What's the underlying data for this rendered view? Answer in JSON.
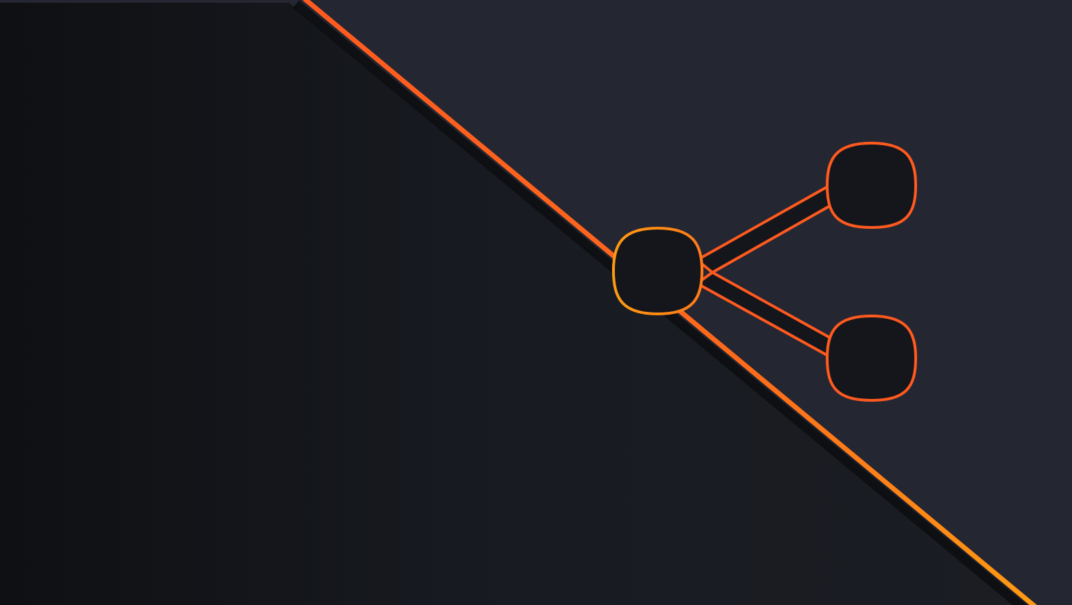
{
  "colors": {
    "upper_panel": "#242632",
    "lower_panel_dark": "#0f1013",
    "lower_panel_mid": "#181b22",
    "node_fill": "#15161b",
    "accent_orange": "#ff5a1f",
    "accent_amber": "#ff9a12",
    "shadow": "#0d0e11"
  },
  "graphic": {
    "icon": "share-icon",
    "nodes": [
      "share-node-center",
      "share-node-top",
      "share-node-bottom"
    ]
  }
}
